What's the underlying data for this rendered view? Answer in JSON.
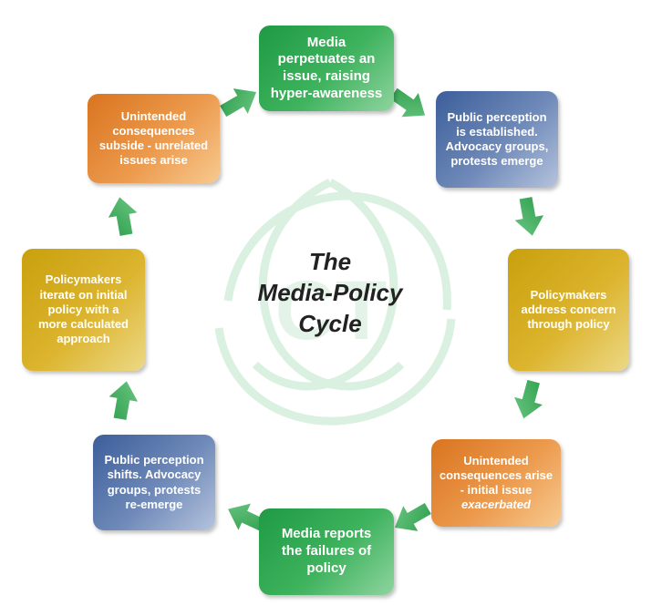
{
  "title_lines": [
    "The",
    "Media-Policy",
    "Cycle"
  ],
  "watermark_letters": "CT",
  "colors": {
    "green": "#2ea553",
    "blue": "#5a78ad",
    "orange": "#e88a35",
    "gold": "#d4aa1e",
    "arrow": "#3ab25a",
    "watermark": "#d7efdd"
  },
  "steps": [
    {
      "id": "step-1",
      "color": "green",
      "lines": [
        "Media",
        "perpetuates an",
        "issue, raising",
        "hyper-awareness"
      ]
    },
    {
      "id": "step-2",
      "color": "blue",
      "lines": [
        "Public perception",
        "is established.",
        "Advocacy groups,",
        "protests emerge"
      ]
    },
    {
      "id": "step-3",
      "color": "gold",
      "lines": [
        "Policymakers",
        "address concern",
        "through policy"
      ]
    },
    {
      "id": "step-4",
      "color": "orange",
      "lines": [
        "Unintended",
        "consequences arise",
        "- initial issue"
      ],
      "emphasis": "exacerbated"
    },
    {
      "id": "step-5",
      "color": "green",
      "lines": [
        "Media reports",
        "the failures of",
        "policy"
      ]
    },
    {
      "id": "step-6",
      "color": "blue",
      "lines": [
        "Public perception",
        "shifts. Advocacy",
        "groups, protests",
        "re-emerge"
      ]
    },
    {
      "id": "step-7",
      "color": "gold",
      "lines": [
        "Policymakers",
        "iterate on initial",
        "policy with a",
        "more calculated",
        "approach"
      ]
    },
    {
      "id": "step-8",
      "color": "orange",
      "lines": [
        "Unintended",
        "consequences",
        "subside - unrelated",
        "issues arise"
      ]
    }
  ]
}
